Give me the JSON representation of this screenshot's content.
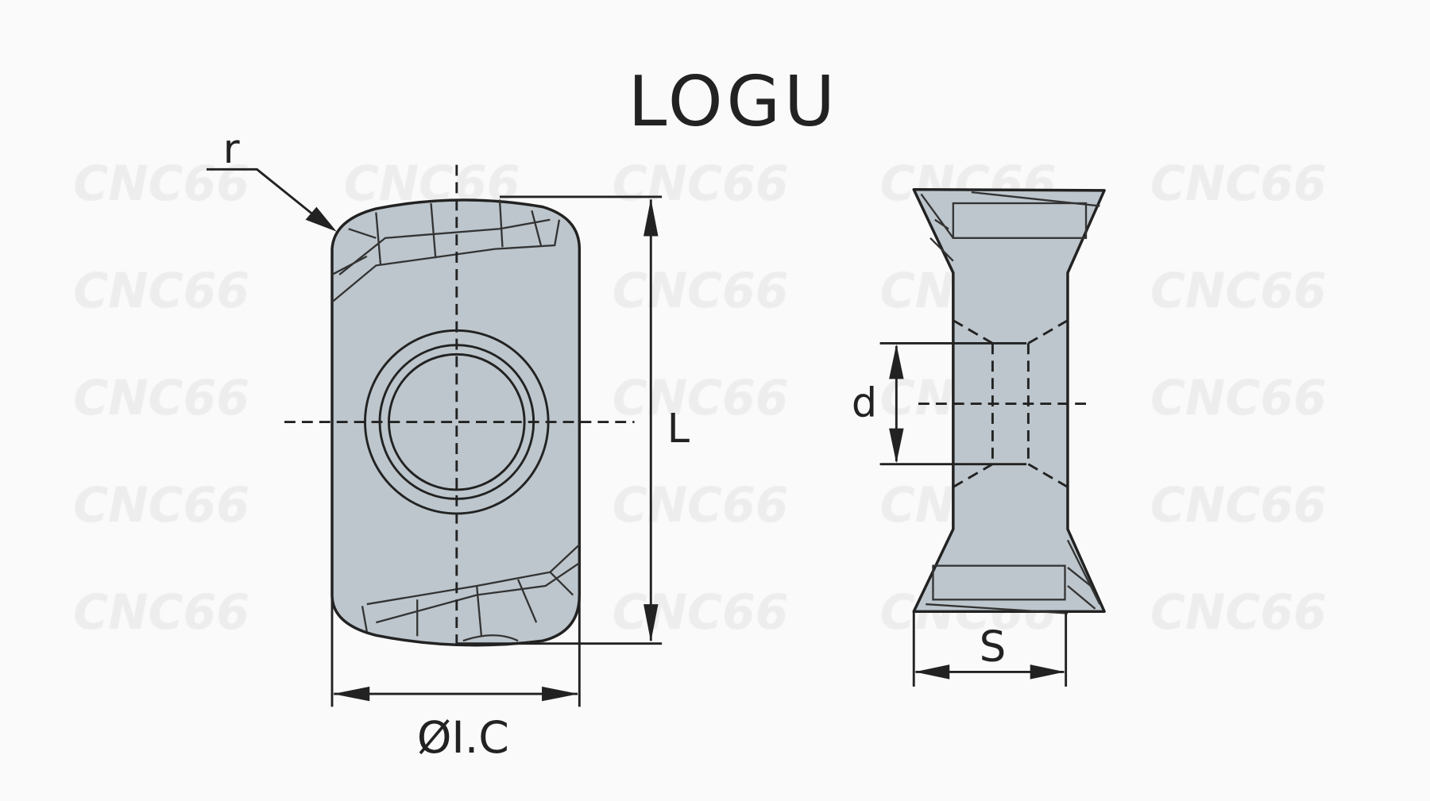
{
  "title": "LOGU",
  "labels": {
    "radius": "r",
    "length": "L",
    "inscribed_circle": "ØI.C",
    "hole_diameter": "d",
    "thickness": "S"
  },
  "watermark": "CNC66",
  "colors": {
    "insert_fill": "#bdc6cc",
    "line": "#222222",
    "background": "#fafafa"
  }
}
